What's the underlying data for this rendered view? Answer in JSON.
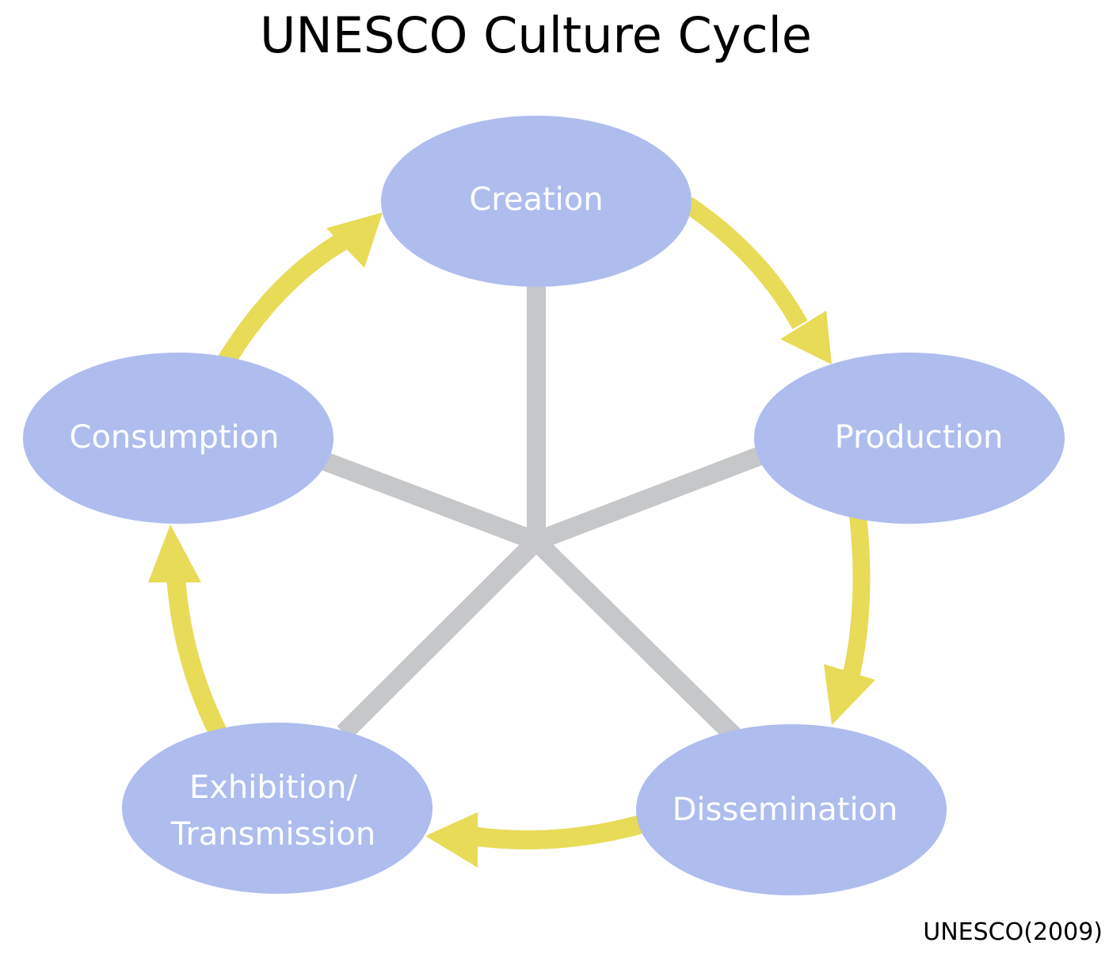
{
  "title": "UNESCO Culture Cycle",
  "source": "UNESCO(2009)",
  "colors": {
    "node_fill": "#aebdee",
    "node_text": "#ffffff",
    "arrow": "#e8db58",
    "spoke": "#c6c7c9"
  },
  "nodes": {
    "creation": {
      "label": "Creation"
    },
    "production": {
      "label": "Production"
    },
    "dissemination": {
      "label": "Dissemination"
    },
    "exhibition": {
      "line1": "Exhibition/",
      "line2": "Transmission"
    },
    "consumption": {
      "label": "Consumption"
    }
  }
}
